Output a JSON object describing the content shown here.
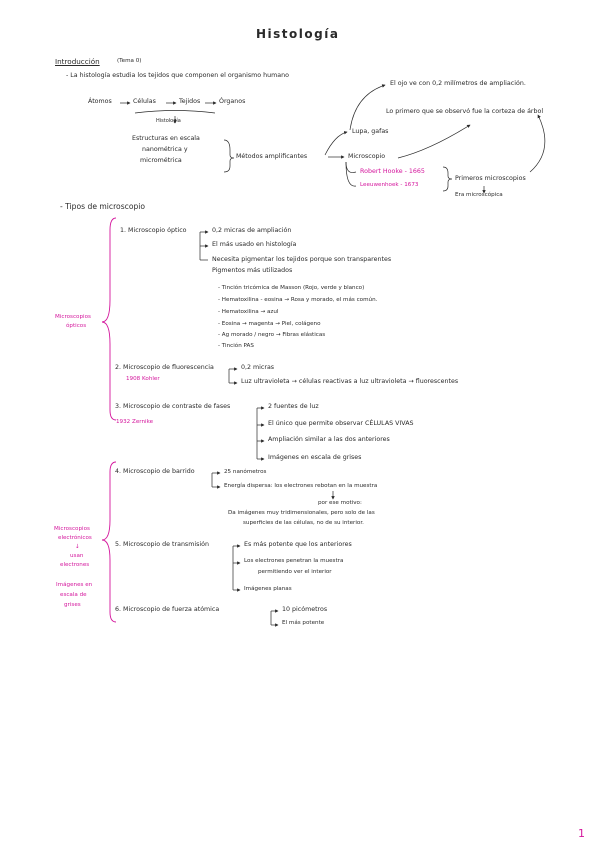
{
  "title": "Histología",
  "intro": {
    "heading": "Introducción",
    "tema": "(Tema 0)",
    "definition": "- La histología estudia los tejidos que componen el organismo humano",
    "chain": {
      "atomos": "Átomos",
      "celulas": "Células",
      "tejidos": "Tejidos",
      "organos": "Órganos",
      "histologia": "Histología"
    },
    "estructuras": [
      "Estructuras en escala",
      "nanométrica y",
      "micrométrica"
    ],
    "metodos": "Métodos amplificantes",
    "lupa": "Lupa, gafas",
    "microscopio": "Microscopio",
    "ojo": "El ojo ve con 0,2 milímetros de ampliación.",
    "corteza": "Lo primero que se observó fue la corteza de árbol",
    "hooke": "Robert Hooke - 1665",
    "leeuwenhoek": "Leeuwenhoek - 1673",
    "primeros": "Primeros microscopios",
    "era": "Era microscópica"
  },
  "tipos_heading": "- Tipos de microscopio",
  "opticos": {
    "bracket_label": [
      "Microscopios",
      "ópticos"
    ],
    "m1": {
      "title": "1. Microscopio óptico",
      "items": [
        "0,2 micras de ampliación",
        "El más usado en histología",
        "Necesita pigmentar los tejidos porque son transparentes"
      ],
      "pigmentos_title": "Pigmentos más utilizados",
      "pigmentos": [
        "- Tinción tricómica de Masson (Rojo, verde y blanco)",
        "- Hematoxilina - eosina → Rosa y morado, el más común.",
        "- Hematoxilina → azul",
        "- Eosina → magenta → Piel, colágeno",
        "- Ag morado / negro → Fibras elásticas",
        "- Tinción PAS"
      ]
    },
    "m2": {
      "title": "2. Microscopio de fluorescencia",
      "author": "1908 Kohler",
      "items": [
        "0,2 micras",
        "Luz ultravioleta → células reactivas a luz ultravioleta → fluorescentes"
      ]
    },
    "m3": {
      "title": "3. Microscopio de contraste de fases",
      "author": "1932 Zernike",
      "items": [
        "2 fuentes de luz",
        "El único que permite observar CÉLULAS VIVAS",
        "Ampliación similar a las dos anteriores",
        "Imágenes en escala de grises"
      ]
    }
  },
  "electronicos": {
    "bracket_label": [
      "Microscopios",
      "electrónicos",
      "↓",
      "usan",
      "electrones",
      "",
      "Imágenes en",
      "escala de",
      "grises"
    ],
    "m4": {
      "title": "4. Microscopio de barrido",
      "items": [
        "25 nanómetros",
        "Energía dispersa: los electrones rebotan en la muestra"
      ],
      "motivo": "por ese motivo:",
      "detail": [
        "Da imágenes muy tridimensionales, pero solo de las",
        "superficies de las células, no de su interior."
      ]
    },
    "m5": {
      "title": "5. Microscopio de transmisión",
      "items": [
        "Es más potente que los anteriores",
        "Los electrones penetran la muestra",
        "permitiendo ver el interior",
        "Imágenes planas"
      ]
    },
    "m6": {
      "title": "6. Microscopio de fuerza atómica",
      "items": [
        "10 picómetros",
        "El más potente"
      ]
    }
  },
  "page_number": "1"
}
